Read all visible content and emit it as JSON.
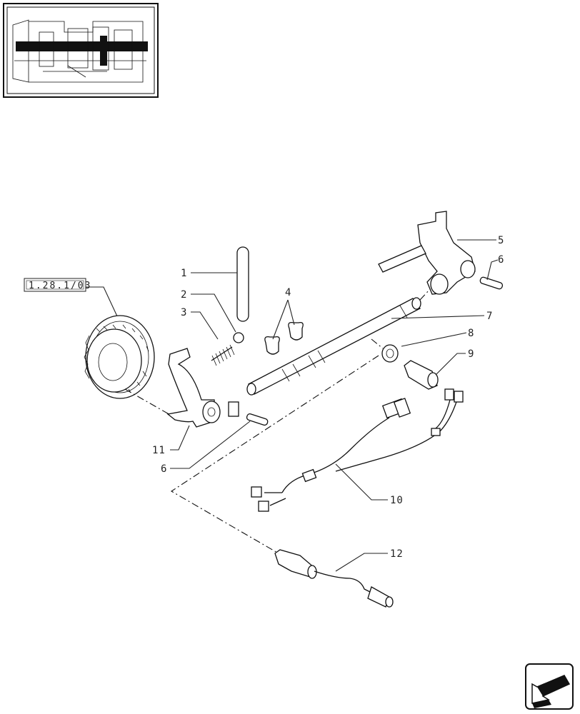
{
  "reference_box": {
    "label": "1.28.1/03"
  },
  "callouts": [
    {
      "id": "c1",
      "label": "1"
    },
    {
      "id": "c2",
      "label": "2"
    },
    {
      "id": "c3",
      "label": "3"
    },
    {
      "id": "c4",
      "label": "4"
    },
    {
      "id": "c5",
      "label": "5"
    },
    {
      "id": "c6a",
      "label": "6"
    },
    {
      "id": "c7",
      "label": "7"
    },
    {
      "id": "c8",
      "label": "8"
    },
    {
      "id": "c9",
      "label": "9"
    },
    {
      "id": "c11",
      "label": "11"
    },
    {
      "id": "c6b",
      "label": "6"
    },
    {
      "id": "c10",
      "label": "10"
    },
    {
      "id": "c12",
      "label": "12"
    }
  ],
  "colors": {
    "line": "#111111",
    "background": "#ffffff"
  },
  "icons": {
    "thumbnail": "transmission-thumbnail-icon",
    "navigation": "next-page-arrow-icon"
  }
}
